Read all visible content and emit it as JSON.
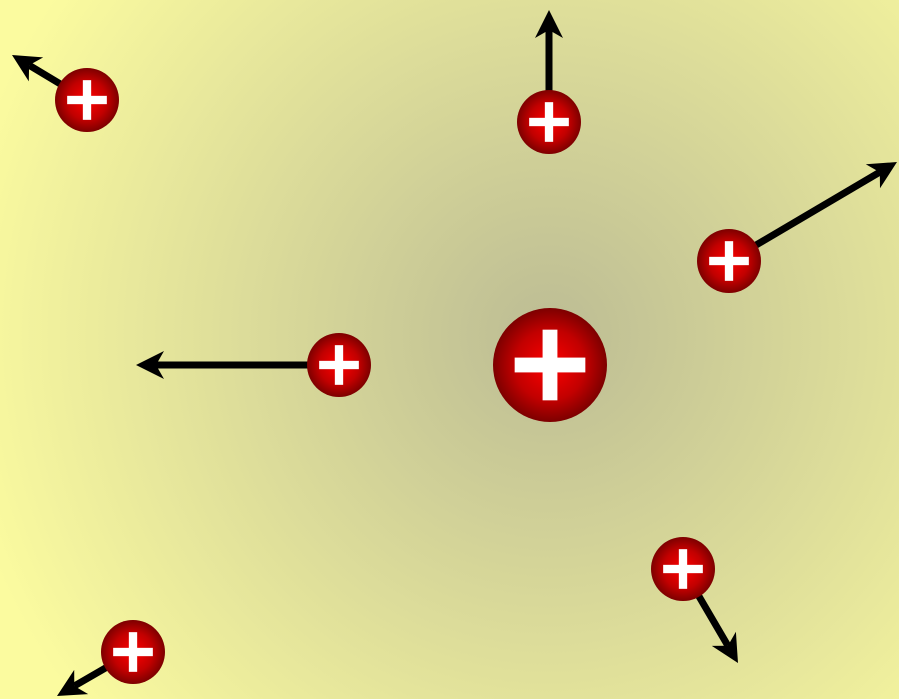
{
  "diagram": {
    "background": {
      "center_color": "#bcbc94",
      "edge_color": "#fbfb9f"
    },
    "charge_colors": {
      "highlight": "#ff0000",
      "body": "#c20000",
      "rim": "#7d0000",
      "sign": "#ffffff"
    },
    "arrow_color": "#000000",
    "source_charge": {
      "sign": "+",
      "kind": "positive-charge"
    },
    "test_charges": [
      {
        "sign": "+",
        "kind": "positive-charge",
        "force_direction": "up-left",
        "relative_force": 0.35
      },
      {
        "sign": "+",
        "kind": "positive-charge",
        "force_direction": "up",
        "relative_force": 0.45
      },
      {
        "sign": "+",
        "kind": "positive-charge",
        "force_direction": "up-right",
        "relative_force": 0.95
      },
      {
        "sign": "+",
        "kind": "positive-charge",
        "force_direction": "left",
        "relative_force": 1.0
      },
      {
        "sign": "+",
        "kind": "positive-charge",
        "force_direction": "down-right",
        "relative_force": 0.55
      },
      {
        "sign": "+",
        "kind": "positive-charge",
        "force_direction": "down-left",
        "relative_force": 0.4
      }
    ]
  }
}
